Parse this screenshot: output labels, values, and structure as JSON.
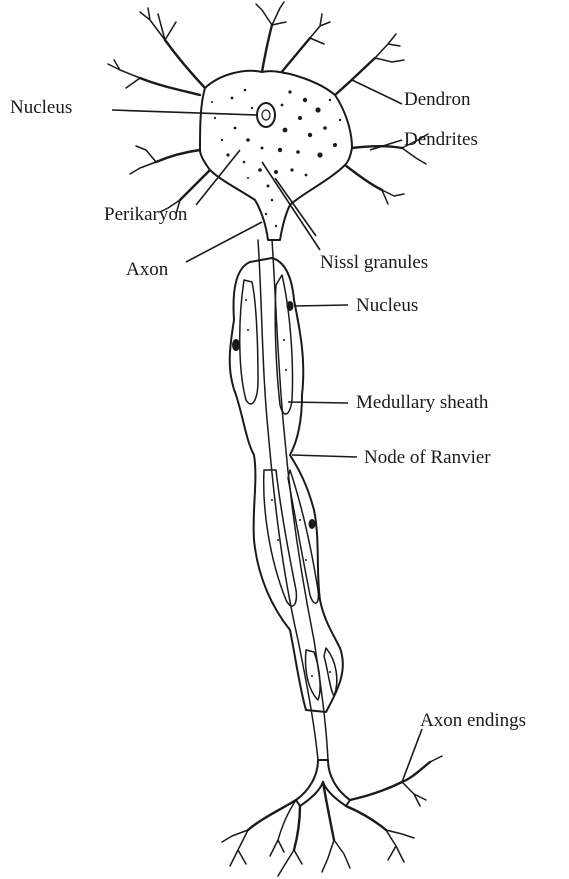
{
  "labels": {
    "nucleus_top": "Nucleus",
    "dendron": "Dendron",
    "dendrites": "Dendrites",
    "perikaryon": "Perikaryon",
    "axon": "Axon",
    "nissl_granules": "Nissl granules",
    "nucleus_sheath": "Nucleus",
    "medullary_sheath": "Medullary sheath",
    "node_of_ranvier": "Node of Ranvier",
    "axon_endings": "Axon endings"
  },
  "colors": {
    "ink": "#1a1a1a",
    "background": "#ffffff"
  }
}
